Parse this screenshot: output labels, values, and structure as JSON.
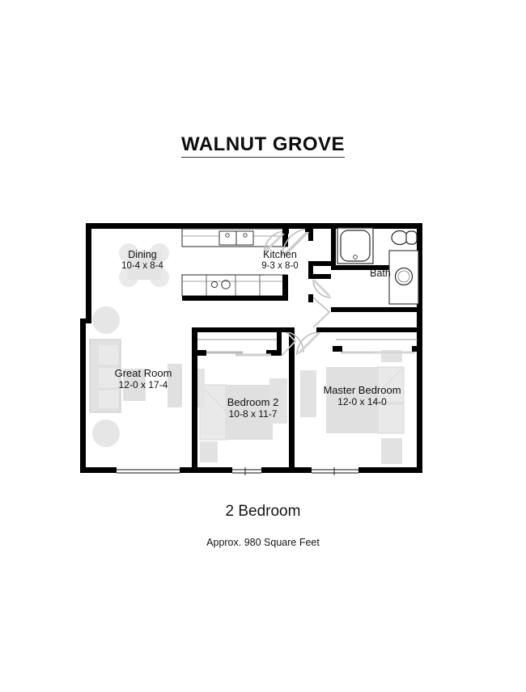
{
  "document": {
    "type": "floor-plan",
    "title": "WALNUT GROVE",
    "footer_headline": "2 Bedroom",
    "footer_subtext": "Approx. 980 Square Feet"
  },
  "colors": {
    "wall": "#000000",
    "furniture": "#dcdcdc",
    "furniture_outline": "#c9c9c9",
    "fixture_outline": "#222222",
    "door_arc": "#b0b0b0",
    "background": "#ffffff",
    "text": "#111111"
  },
  "rooms": [
    {
      "id": "dining",
      "name": "Dining",
      "dimensions": "10-4 x 8-4"
    },
    {
      "id": "kitchen",
      "name": "Kitchen",
      "dimensions": "9-3 x 8-0"
    },
    {
      "id": "bath",
      "name": "Bath",
      "dimensions": ""
    },
    {
      "id": "great",
      "name": "Great Room",
      "dimensions": "12-0 x 17-4"
    },
    {
      "id": "bedroom2",
      "name": "Bedroom 2",
      "dimensions": "10-8 x 11-7"
    },
    {
      "id": "master",
      "name": "Master Bedroom",
      "dimensions": "12-0 x 14-0"
    }
  ],
  "fixtures": [
    {
      "name": "kitchen-double-sink",
      "room": "kitchen"
    },
    {
      "name": "kitchen-cooktop",
      "room": "kitchen"
    },
    {
      "name": "upper-cabinets",
      "room": "kitchen"
    },
    {
      "name": "lower-cabinets",
      "room": "kitchen"
    },
    {
      "name": "bathtub",
      "room": "bath"
    },
    {
      "name": "toilet",
      "room": "bath"
    },
    {
      "name": "vanity-sink",
      "room": "bath"
    },
    {
      "name": "dining-table",
      "room": "dining"
    },
    {
      "name": "sofa",
      "room": "great"
    },
    {
      "name": "side-table",
      "room": "great"
    },
    {
      "name": "bed",
      "room": "bedroom2"
    },
    {
      "name": "bed",
      "room": "master"
    },
    {
      "name": "closet",
      "room": "bedroom2"
    },
    {
      "name": "closet",
      "room": "master"
    }
  ]
}
